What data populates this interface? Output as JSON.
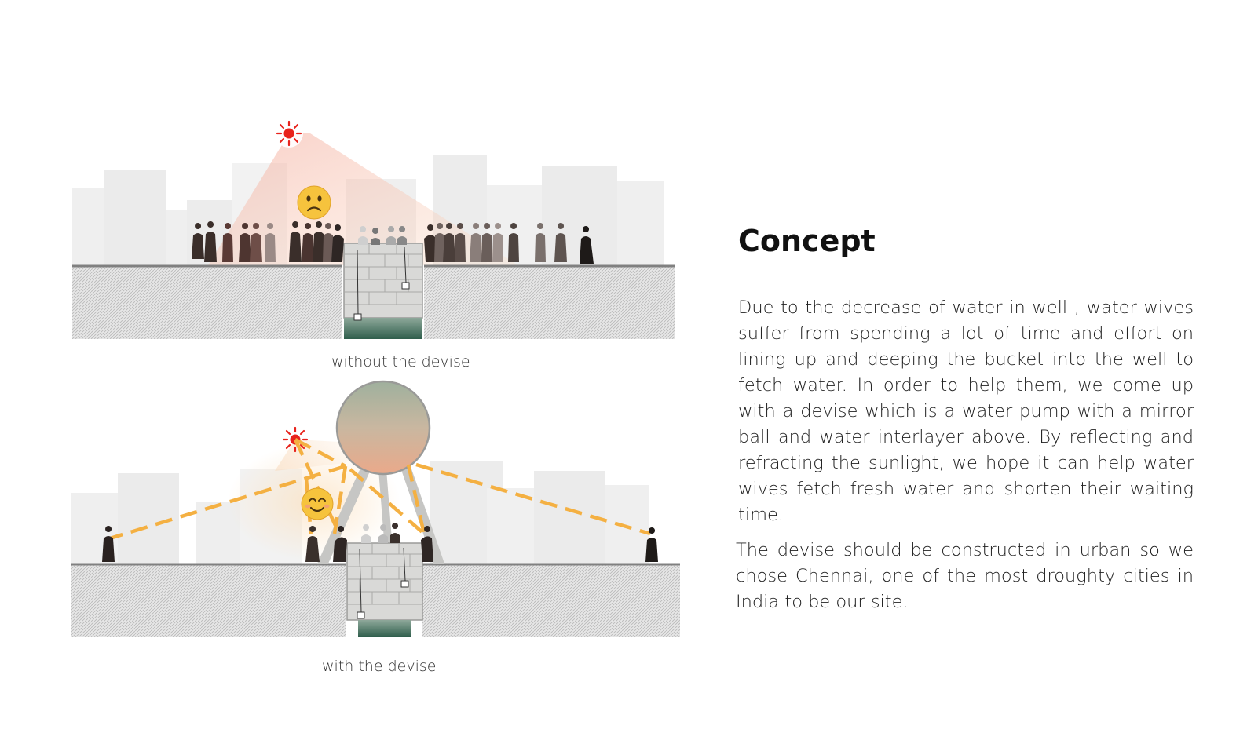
{
  "captions": {
    "without": "without the devise",
    "with": "with the devise"
  },
  "concept": {
    "title": "Concept",
    "paragraph1": "Due to the decrease of water in well , water wives suffer from spending a lot of time and effort on lining up and deeping the bucket into the well to fetch water. In order to help them, we come up with a devise which is a water pump with a mirror ball and water interlayer above. By reflecting and refracting the sunlight, we hope it can help water wives fetch fresh  water and shorten their waiting time.",
    "paragraph2": "The devise should be constructed in urban so we chose Chennai, one of the most droughty cities in India to be our site."
  },
  "icons": {
    "sun": "sun-icon",
    "sad_face": "sad-face-icon",
    "happy_face": "smiling-face-icon"
  },
  "colors": {
    "sun": "#e8231c",
    "sunlight_beam": "#f6c6b6",
    "reflection_line": "#f4b042",
    "ground": "#cfcfcf",
    "well_water": "#2f5e4c",
    "mirror_top": "#a3b39f",
    "mirror_bottom": "#e8ac8e",
    "figures": "#3a2e2a"
  }
}
